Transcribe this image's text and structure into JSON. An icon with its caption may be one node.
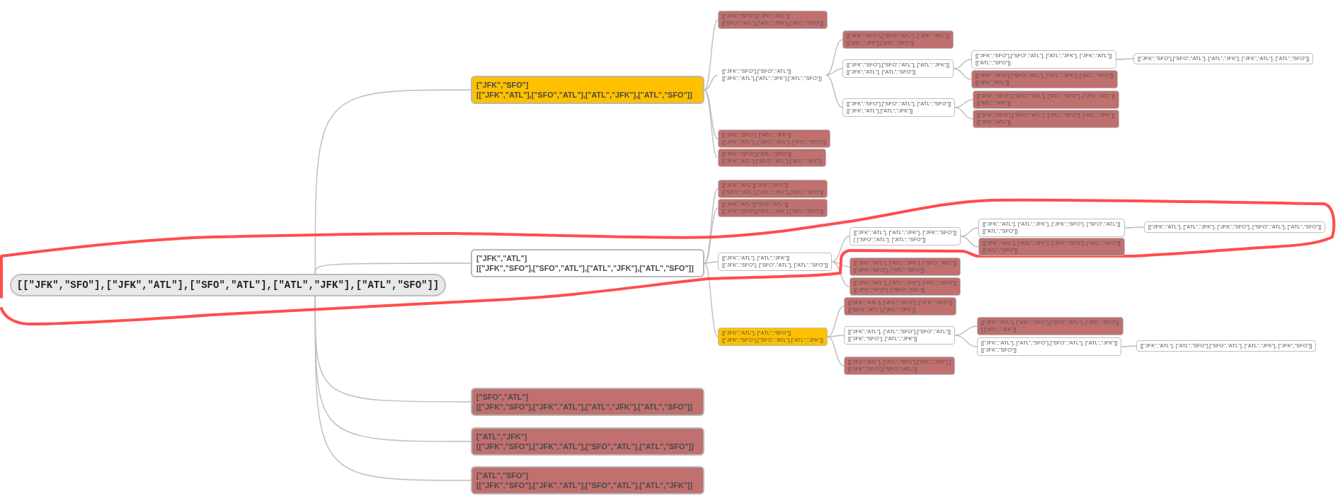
{
  "diagram": {
    "nodes": [
      {
        "text": [
          "[[\"JFK\",\"SFO\"],[\"JFK\",\"ATL\"],[\"SFO\",\"ATL\"],[\"ATL\",\"JFK\"],[\"ATL\",\"SFO\"]]"
        ]
      },
      {
        "text": [
          "[\"JFK\",\"SFO\"]",
          "[[\"JFK\",\"ATL\"],[\"SFO\",\"ATL\"],[\"ATL\",\"JFK\"],[\"ATL\",\"SFO\"]]"
        ]
      },
      {
        "text": [
          "[[\"JFK\",\"SFO\"],[\"JFK\",\"ATL\"]]",
          "[[\"SFO\",\"ATL\"],[\"ATL\",\"JFK\"],[\"ATL\",\"SFO\"]]"
        ]
      },
      {
        "text": [
          "[[\"JFK\",\"SFO\"],[\"SFO\",\"ATL\"]]",
          "[[\"JFK\",\"ATL\"],[\"ATL\",\"JFK\"],[\"ATL\",\"SFO\"]]"
        ]
      },
      {
        "text": [
          "[[\"JFK\",\"SFO\"],[\"SFO\",\"ATL\"], [\"JFK\",\"ATL\"]]",
          "[[\"ATL\",\"JFK\"],[\"ATL\",\"SFO\"]]"
        ]
      },
      {
        "text": [
          "[[\"JFK\",\"SFO\"],[\"SFO\",\"ATL\"], [\"ATL\",\"JFK\"]]",
          "[[\"JFK\",\"ATL\"], [\"ATL\",\"SFO\"]]"
        ]
      },
      {
        "text": [
          "[[\"JFK\",\"SFO\"],[\"SFO\",\"ATL\"], [\"ATL\",\"JFK\"], [\"JFK\",\"ATL\"]]",
          "[[\"ATL\",\"SFO\"]]"
        ]
      },
      {
        "text": [
          "[[\"JFK\",\"SFO\"],[\"SFO\",\"ATL\"], [\"ATL\",\"JFK\"], [\"JFK\",\"ATL\"], [\"ATL\",\"SFO\"]]"
        ]
      },
      {
        "text": [
          "[[\"JFK\",\"SFO\"],[\"SFO\",\"ATL\"], [\"ATL\",\"JFK\"], [\"ATL\",\"SFO\"]]",
          "[[\"JFK\",\"ATL\"]]"
        ]
      },
      {
        "text": [
          "[[\"JFK\",\"SFO\"],[\"SFO\",\"ATL\"], [\"ATL\",\"SFO\"]]",
          "[[\"JFK\",\"ATL\"],[\"ATL\",\"JFK\"]]"
        ]
      },
      {
        "text": [
          "[[\"JFK\",\"SFO\"],[\"SFO\",\"ATL\"], [\"ATL\",\"SFO\"], [\"JFK\",\"ATL\"]]",
          "[[\"ATL\",\"JFK\"]]"
        ]
      },
      {
        "text": [
          "[[\"JFK\",\"SFO\"],[\"SFO\",\"ATL\"], [\"ATL\",\"SFO\"], [\"ATL\",\"JFK\"]]",
          "[[\"JFK\",\"ATL\"]]"
        ]
      },
      {
        "text": [
          "[[\"JFK\",\"SFO\"], [\"ATL\",\"JFK\"]]",
          "[[\"JFK\",\"ATL\"], [\"SFO\",\"ATL\"], [\"ATL\",\"SFO\"]]"
        ]
      },
      {
        "text": [
          "[[\"JFK\",\"SFO\"],[\"ATL\",\"SFO\"]]",
          "[[\"JFK\",\"ATL\"],[\"SFO\",\"ATL\"],[\"ATL\",\"JFK\"]]"
        ]
      },
      {
        "text": [
          "[\"JFK\",\"ATL\"]",
          "[[\"JFK\",\"SFO\"],[\"SFO\",\"ATL\"],[\"ATL\",\"JFK\"],[\"ATL\",\"SFO\"]]"
        ]
      },
      {
        "text": [
          "[[\"JFK\",\"ATL\"][\"JFK\",\"SFO\"]]",
          "[[\"SFO\",\"ATL\"],[\"ATL\",\"JFK\"],[\"ATL\",\"SFO\"]]"
        ]
      },
      {
        "text": [
          "[[\"JFK\",\"ATL\"][\"SFO\",\"ATL\"]]",
          "[[\"JFK\",\"SFO\"],[\"ATL\",\"JFK\"],[\"ATL\",\"SFO\"]]"
        ]
      },
      {
        "text": [
          "[[\"JFK\",\"ATL\"], [\"ATL\",\"JFK\"]]",
          "[[\"JFK\",\"SFO\"], [\"SFO\",\"ATL\"], [\"ATL\",\"SFO\"]]"
        ]
      },
      {
        "text": [
          "[[\"JFK\",\"ATL\"], [\"ATL\",\"JFK\"], [\"JFK\",\"SFO\"]]",
          "[ [\"SFO\",\"ATL\"], [\"ATL\",\"SFO\"]]"
        ]
      },
      {
        "text": [
          "[[\"JFK\",\"ATL\"], [\"ATL\",\"JFK\"], [\"JFK\",\"SFO\"], [\"SFO\",\"ATL\"]]",
          "[[\"ATL\",\"SFO\"]]"
        ]
      },
      {
        "text": [
          "[[\"JFK\",\"ATL\"], [\"ATL\",\"JFK\"], [\"JFK\",\"SFO\"], [\"SFO\",\"ATL\"], [\"ATL\",\"SFO\"]]"
        ]
      },
      {
        "text": [
          "[[\"JFK\",\"ATL\"], [\"ATL\",\"JFK\"], [\"JFK\",\"SFO\"], [\"ATL\",\"SFO\"]]",
          "[[\"ATL\",\"SFO\"]]"
        ]
      },
      {
        "text": [
          "[[\"JFK\",\"ATL\"], [\"ATL\",\"JFK\"], [\"SFO\",\"ATL\"]]",
          "[[\"JFK\",\"SFO\"], [\"ATL\",\"SFO\"]]"
        ]
      },
      {
        "text": [
          "[[\"JFK\",\"ATL\"], [\"ATL\",\"JFK\"], [\"ATL\",\"SFO\"]]",
          "[[\"JFK\",\"SFO\"], [\"SFO\",\"ATL\"]]"
        ]
      },
      {
        "text": [
          "[[\"JFK\",\"ATL\"], [\"ATL\",\"SFO\"]]",
          "[[\"JFK\",\"SFO\"],[\"SFO\",\"ATL\"],[\"ATL\",\"JFK\"]]"
        ]
      },
      {
        "text": [
          "[[\"JFK\",\"ATL\"], [\"ATL\",\"SFO\"], [\"JFK\",\"SFO\"]]",
          "[[\"SFO\",\"ATL\"],[\"ATL\",\"JFK\"]]"
        ]
      },
      {
        "text": [
          "[[\"JFK\",\"ATL\"], [\"ATL\",\"SFO\"],[\"SFO\",\"ATL\"]]",
          "[[\"JFK\",\"SFO\"], [\"ATL\",\"JFK\"]]"
        ]
      },
      {
        "text": [
          "[[\"JFK\",\"ATL\"], [\"ATL\",\"SFO\"],[\"SFO\",\"ATL\"], [\"JFK\",\"SFO\"]]",
          "[ [\"ATL\",\"JFK\"]]"
        ]
      },
      {
        "text": [
          "[[\"JFK\",\"ATL\"], [\"ATL\",\"SFO\"],[\"SFO\",\"ATL\"], [\"ATL\",\"JFK\"]]",
          "[[\"JFK\",\"SFO\"]]"
        ]
      },
      {
        "text": [
          "[[\"JFK\",\"ATL\"], [\"ATL\",\"SFO\"],[\"SFO\",\"ATL\"], [\"ATL\",\"JFK\"], [\"JFK\",\"SFO\"]]"
        ]
      },
      {
        "text": [
          "[[\"JFK\",\"ATL\"], [\"ATL\",\"SFO\"],[\"ATL\",\"JFK\"] ]",
          "[[\"JFK\",\"SFO\"],[\"SFO\",\"ATL\"]]"
        ]
      },
      {
        "text": [
          "[\"SFO\",\"ATL\"]",
          "[[\"JFK\",\"SFO\"],[\"JFK\",\"ATL\"],[\"ATL\",\"JFK\"],[\"ATL\",\"SFO\"]]"
        ]
      },
      {
        "text": [
          "[\"ATL\",\"JFK\"]",
          "[[\"JFK\",\"SFO\"],[\"JFK\",\"ATL\"],[\"SFO\",\"ATL\"],[\"ATL\",\"SFO\"]]"
        ]
      },
      {
        "text": [
          "[\"ATL\",\"SFO\"]",
          "[[\"JFK\",\"SFO\"],[\"JFK\",\"ATL\"],[\"SFO\",\"ATL\"],[\"ATL\",\"JFK\"]]"
        ]
      }
    ],
    "edges": [
      {
        "from": 0,
        "to": 1,
        "arrow": "none"
      },
      {
        "from": 1,
        "to": 2,
        "arrow": "none"
      },
      {
        "from": 1,
        "to": 3,
        "arrow": "none"
      },
      {
        "from": 3,
        "to": 4,
        "arrow": "none"
      },
      {
        "from": 3,
        "to": 5,
        "arrow": "none"
      },
      {
        "from": 5,
        "to": 6,
        "arrow": "none"
      },
      {
        "from": 6,
        "to": 7,
        "arrow": "none"
      },
      {
        "from": 5,
        "to": 8,
        "arrow": "none"
      },
      {
        "from": 3,
        "to": 9,
        "arrow": "none"
      },
      {
        "from": 9,
        "to": 10,
        "arrow": "none"
      },
      {
        "from": 9,
        "to": 11,
        "arrow": "none"
      },
      {
        "from": 1,
        "to": 12,
        "arrow": "none"
      },
      {
        "from": 1,
        "to": 13,
        "arrow": "none"
      },
      {
        "from": 0,
        "to": 14,
        "arrow": "none"
      },
      {
        "from": 14,
        "to": 15,
        "arrow": "none"
      },
      {
        "from": 14,
        "to": 16,
        "arrow": "none"
      },
      {
        "from": 14,
        "to": 17,
        "arrow": "none"
      },
      {
        "from": 17,
        "to": 18,
        "arrow": "none"
      },
      {
        "from": 18,
        "to": 19,
        "arrow": "none"
      },
      {
        "from": 19,
        "to": 20,
        "arrow": "none"
      },
      {
        "from": 18,
        "to": 21,
        "arrow": "none"
      },
      {
        "from": 17,
        "to": 22,
        "arrow": "none"
      },
      {
        "from": 17,
        "to": 23,
        "arrow": "none"
      },
      {
        "from": 14,
        "to": 24,
        "arrow": "none"
      },
      {
        "from": 24,
        "to": 25,
        "arrow": "none"
      },
      {
        "from": 24,
        "to": 26,
        "arrow": "none"
      },
      {
        "from": 26,
        "to": 27,
        "arrow": "none"
      },
      {
        "from": 26,
        "to": 28,
        "arrow": "none"
      },
      {
        "from": 28,
        "to": 29,
        "arrow": "none"
      },
      {
        "from": 24,
        "to": 30,
        "arrow": "none"
      },
      {
        "from": 0,
        "to": 31,
        "arrow": "none"
      },
      {
        "from": 0,
        "to": 32,
        "arrow": "none"
      },
      {
        "from": 0,
        "to": 33,
        "arrow": "none"
      }
    ]
  }
}
